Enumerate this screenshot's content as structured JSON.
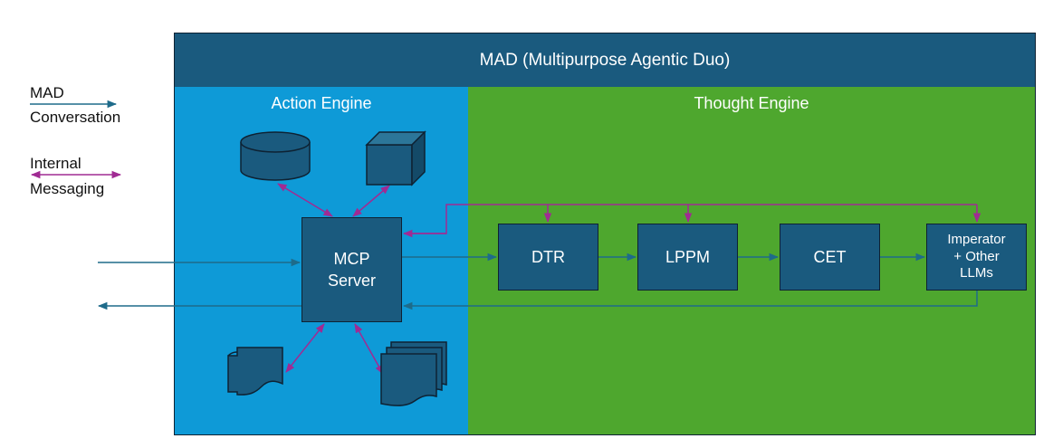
{
  "header": {
    "title": "MAD (Multipurpose Agentic Duo)"
  },
  "legend": {
    "conversation_line1": "MAD",
    "conversation_line2": "Conversation",
    "messaging_line1": "Internal",
    "messaging_line2": "Messaging"
  },
  "engines": {
    "action": "Action Engine",
    "thought": "Thought Engine"
  },
  "nodes": {
    "mcp_line1": "MCP",
    "mcp_line2": "Server",
    "dtr": "DTR",
    "lppm": "LPPM",
    "cet": "CET",
    "imperator_line1": "Imperator",
    "imperator_line2": "+ Other",
    "imperator_line3": "LLMs"
  },
  "icons": [
    "database-icon",
    "cube-icon",
    "document-icon",
    "multi-document-icon"
  ],
  "colors": {
    "header": "#1a5a7e",
    "action_engine": "#0e9ad7",
    "thought_engine": "#4ea72e",
    "node": "#1a5a7e",
    "conversation_arrow": "#1e6b8a",
    "messaging_arrow": "#a02b93"
  }
}
